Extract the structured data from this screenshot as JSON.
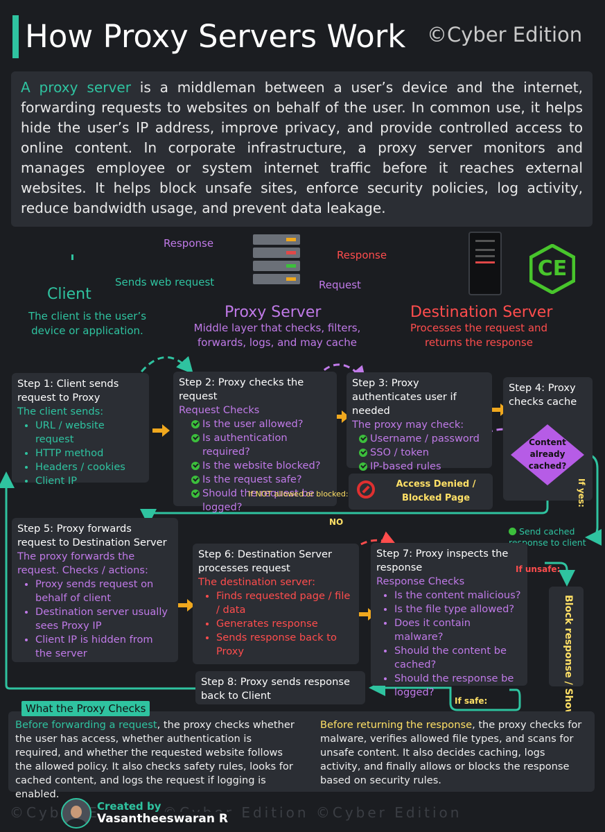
{
  "header": {
    "title": "How Proxy Servers Work",
    "tag": "©Cyber Edition"
  },
  "intro": {
    "lead": "A proxy server",
    "text": " is a middleman between a user’s device and the internet, forwarding requests to websites on behalf of the user. In common use, it helps hide the user’s IP address, improve privacy, and provide controlled access to online content. In corporate infrastructure, a proxy server monitors and manages employee or system internet traffic before it reaches external websites. It helps block unsafe sites, enforce security policies, log activity, reduce bandwidth usage, and prevent data leakage."
  },
  "flow": {
    "response_1": "Response",
    "sends_web_request": "Sends web request",
    "response_2": "Response",
    "request": "Request",
    "client": {
      "title": "Client",
      "desc": "The client is the user’s device or application."
    },
    "proxy": {
      "title": "Proxy Server",
      "desc": "Middle layer that checks, filters, forwards, logs, and may cache"
    },
    "destination": {
      "title": "Destination Server",
      "desc": "Processes the request and returns the response"
    },
    "logo": "CE"
  },
  "steps": {
    "s1": {
      "title": "Step 1: Client sends request to Proxy",
      "sub": "The client sends:",
      "items": [
        "URL / website request",
        "HTTP method",
        "Headers / cookies",
        "Client IP"
      ]
    },
    "s2": {
      "title": "Step 2: Proxy checks the request",
      "sub": "Request Checks",
      "items": [
        "Is the user allowed?",
        "Is authentication required?",
        "Is the website blocked?",
        "Is the request safe?",
        "Should the request be logged?"
      ]
    },
    "s3": {
      "title": "Step 3: Proxy authenticates user if needed",
      "sub": "The proxy may check:",
      "items": [
        "Username / password",
        "SSO / token",
        "IP-based rules"
      ]
    },
    "s4": {
      "title": "Step 4: Proxy checks cache",
      "diamond": "Content already cached?"
    },
    "s5": {
      "title": "Step 5: Proxy forwards request to Destination Server",
      "sub": "The proxy forwards the request. Checks / actions:",
      "items": [
        "Proxy sends request on behalf of client",
        "Destination server usually sees Proxy IP",
        "Client IP is hidden from the server"
      ]
    },
    "s6": {
      "title": "Step 6: Destination Server processes request",
      "sub": "The destination server:",
      "items": [
        "Finds requested page / file / data",
        "Generates response",
        "Sends response back to Proxy"
      ]
    },
    "s7": {
      "title": "Step 7: Proxy inspects the response",
      "sub": "Response Checks",
      "items": [
        "Is the content malicious?",
        "Is the file type allowed?",
        "Does it contain malware?",
        "Should the content be cached?",
        "Should the response be logged?"
      ]
    },
    "s8": {
      "title": "Step 8: Proxy sends response back to Client"
    }
  },
  "labels": {
    "if_not": "If NOT allowed or blocked:",
    "denied": "Access Denied / Blocked Page",
    "no": "NO",
    "if_yes": "If yes:",
    "send_cached": "Send cached response to client",
    "if_unsafe": "If unsafe:",
    "block": "Block response / Show warning",
    "if_safe": "If safe:"
  },
  "bottom": {
    "heading": "What the Proxy Checks",
    "left_lead": "Before forwarding a request",
    "left_text": ", the proxy checks whether the user has access, whether authentication is required, and whether the requested website follows the allowed policy. It also checks safety rules, looks for cached content, and logs the request if logging is enabled.",
    "right_lead": "Before returning the response",
    "right_text": ", the proxy checks for malware, verifies allowed file types, and scans for unsafe content. It also decides caching, logs activity, and finally allows or blocks the response based on security rules."
  },
  "footer": {
    "created_by": "Created by",
    "author": "Vasantheeswaran R",
    "watermark": "©Cyber Edition ©Cyber Edition ©Cyber Edition"
  },
  "colors": {
    "teal": "#2fc3a0",
    "purple": "#c07ae8",
    "red": "#ff4d4d",
    "yellow": "#ffe066",
    "orange": "#f0a81e",
    "card": "#2b2e34"
  }
}
